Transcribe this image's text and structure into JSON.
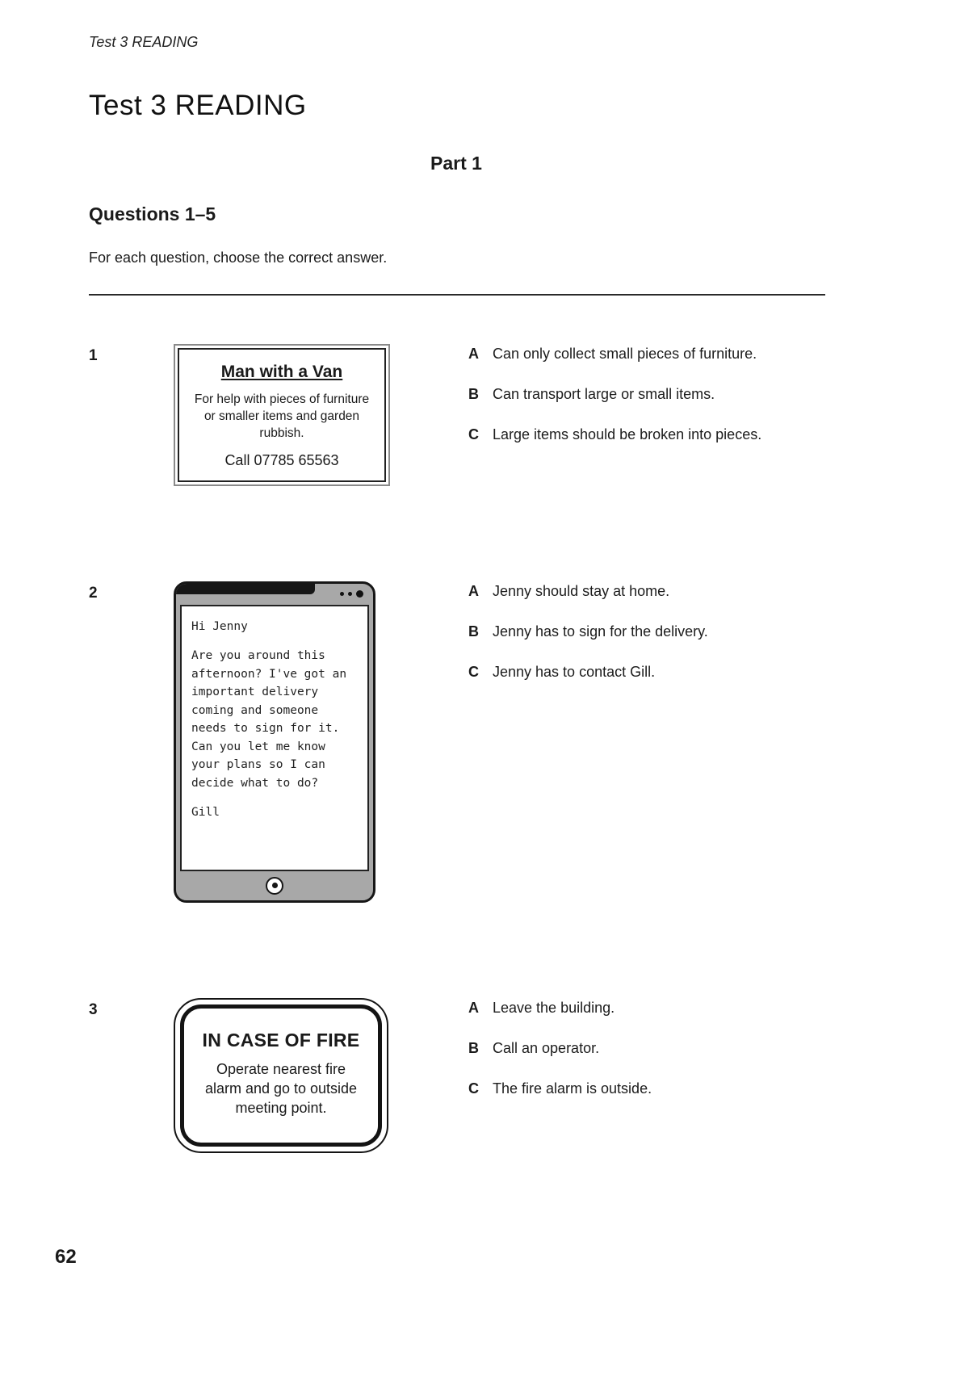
{
  "page": {
    "running_header": "Test 3 READING",
    "title": "Test 3 READING",
    "part": "Part 1",
    "questions_heading": "Questions 1–5",
    "instructions": "For each question, choose the correct answer.",
    "page_number": "62"
  },
  "questions": [
    {
      "number": "1",
      "stimulus": {
        "type": "advert-sign",
        "title": "Man with a Van",
        "body": "For help with pieces of furniture or smaller items and garden rubbish.",
        "footer": "Call 07785 65563"
      },
      "options": [
        {
          "letter": "A",
          "text": "Can only collect small pieces of furniture."
        },
        {
          "letter": "B",
          "text": "Can transport large or small items."
        },
        {
          "letter": "C",
          "text": "Large items should be broken into pieces."
        }
      ]
    },
    {
      "number": "2",
      "stimulus": {
        "type": "phone-message",
        "greeting": "Hi Jenny",
        "body": "Are you around this afternoon? I've got an important delivery coming and someone needs to sign for it. Can you let me know your plans so I can decide what to do?",
        "signature": "Gill"
      },
      "options": [
        {
          "letter": "A",
          "text": "Jenny should stay at home."
        },
        {
          "letter": "B",
          "text": "Jenny has to sign for the delivery."
        },
        {
          "letter": "C",
          "text": "Jenny has to contact Gill."
        }
      ]
    },
    {
      "number": "3",
      "stimulus": {
        "type": "fire-notice",
        "title": "IN CASE OF FIRE",
        "body": "Operate nearest fire alarm and go to outside meeting point."
      },
      "options": [
        {
          "letter": "A",
          "text": "Leave the building."
        },
        {
          "letter": "B",
          "text": "Call an operator."
        },
        {
          "letter": "C",
          "text": "The fire alarm is outside."
        }
      ]
    }
  ]
}
